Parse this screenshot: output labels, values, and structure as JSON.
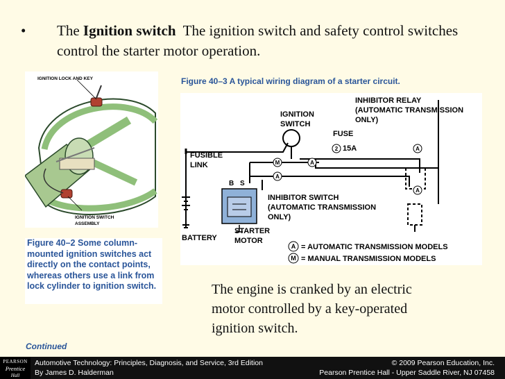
{
  "bullet": {
    "marker": "•",
    "lead": "The ",
    "bold": "Ignition switch",
    "rest": "  The ignition switch and safety control switches control the starter motor operation."
  },
  "figure_left": {
    "label_lock": "IGNITION LOCK AND KEY",
    "label_switch_line1": "IGNITION SWITCH",
    "label_switch_line2": "ASSEMBLY",
    "caption": "Figure 40–2  Some column-mounted ignition switches act directly on the contact points, whereas others use a link from lock cylinder to ignition switch."
  },
  "figure_right": {
    "caption": "Figure 40–3  A typical wiring diagram of a starter circuit.",
    "labels": {
      "inhibitor_relay_1": "INHIBITOR RELAY",
      "inhibitor_relay_2": "(AUTOMATIC TRANSMISSION",
      "inhibitor_relay_3": "ONLY)",
      "ignition_1": "IGNITION",
      "ignition_2": "SWITCH",
      "fuse": "FUSE",
      "fuse_num": "2",
      "fuse_amp": "15A",
      "fusible_1": "FUSIBLE",
      "fusible_2": "LINK",
      "m_marker": "M",
      "a_marker": "A",
      "b_term": "B",
      "s_term": "S",
      "inhibitor_switch_1": "INHIBITOR SWITCH",
      "inhibitor_switch_2": "(AUTOMATIC TRANSMISSION",
      "inhibitor_switch_3": "ONLY)",
      "battery": "BATTERY",
      "starter_1": "STARTER",
      "starter_2": "MOTOR",
      "legend_a": "= AUTOMATIC TRANSMISSION MODELS",
      "legend_m": "= MANUAL TRANSMISSION MODELS"
    }
  },
  "body_text": "The engine is cranked by an electric motor controlled by a key-operated ignition switch.",
  "continued": "Continued",
  "footer": {
    "logo_1": "PEARSON",
    "logo_2": "Prentice",
    "logo_3": "Hall",
    "left_1": "Automotive Technology: Principles, Diagnosis, and Service, 3rd Edition",
    "left_2": "By James D. Halderman",
    "right_1": "© 2009 Pearson Education, Inc.",
    "right_2": "Pearson Prentice Hall - Upper Saddle River, NJ 07458"
  },
  "colors": {
    "background": "#fffbe6",
    "caption_blue": "#2a5599",
    "footer_bg": "#111111",
    "column_green": "#a8c890",
    "motor_blue": "#8fb1d8"
  }
}
